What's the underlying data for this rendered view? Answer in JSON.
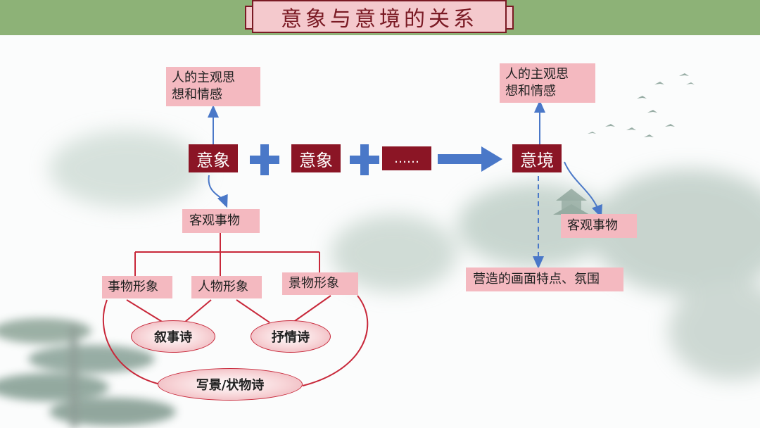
{
  "title": "意象与意境的关系",
  "left": {
    "top_box": [
      "人的主观思",
      "想和情感"
    ],
    "core": "意象",
    "object": "客观事物",
    "branches": [
      "事物形象",
      "人物形象",
      "景物形象"
    ],
    "poems": [
      "叙事诗",
      "抒情诗",
      "写景/状物诗"
    ]
  },
  "middle": {
    "second": "意象",
    "ellipsis": "……"
  },
  "right": {
    "top_box": [
      "人的主观思",
      "想和情感"
    ],
    "core": "意境",
    "object": "客观事物",
    "result": "营造的画面特点、氛围"
  },
  "colors": {
    "header": "#8db277",
    "dark_box": "#8b1525",
    "pink_box": "#f4b9c0",
    "arrow_blue": "#4a78c8",
    "red_line": "#c8283a"
  }
}
